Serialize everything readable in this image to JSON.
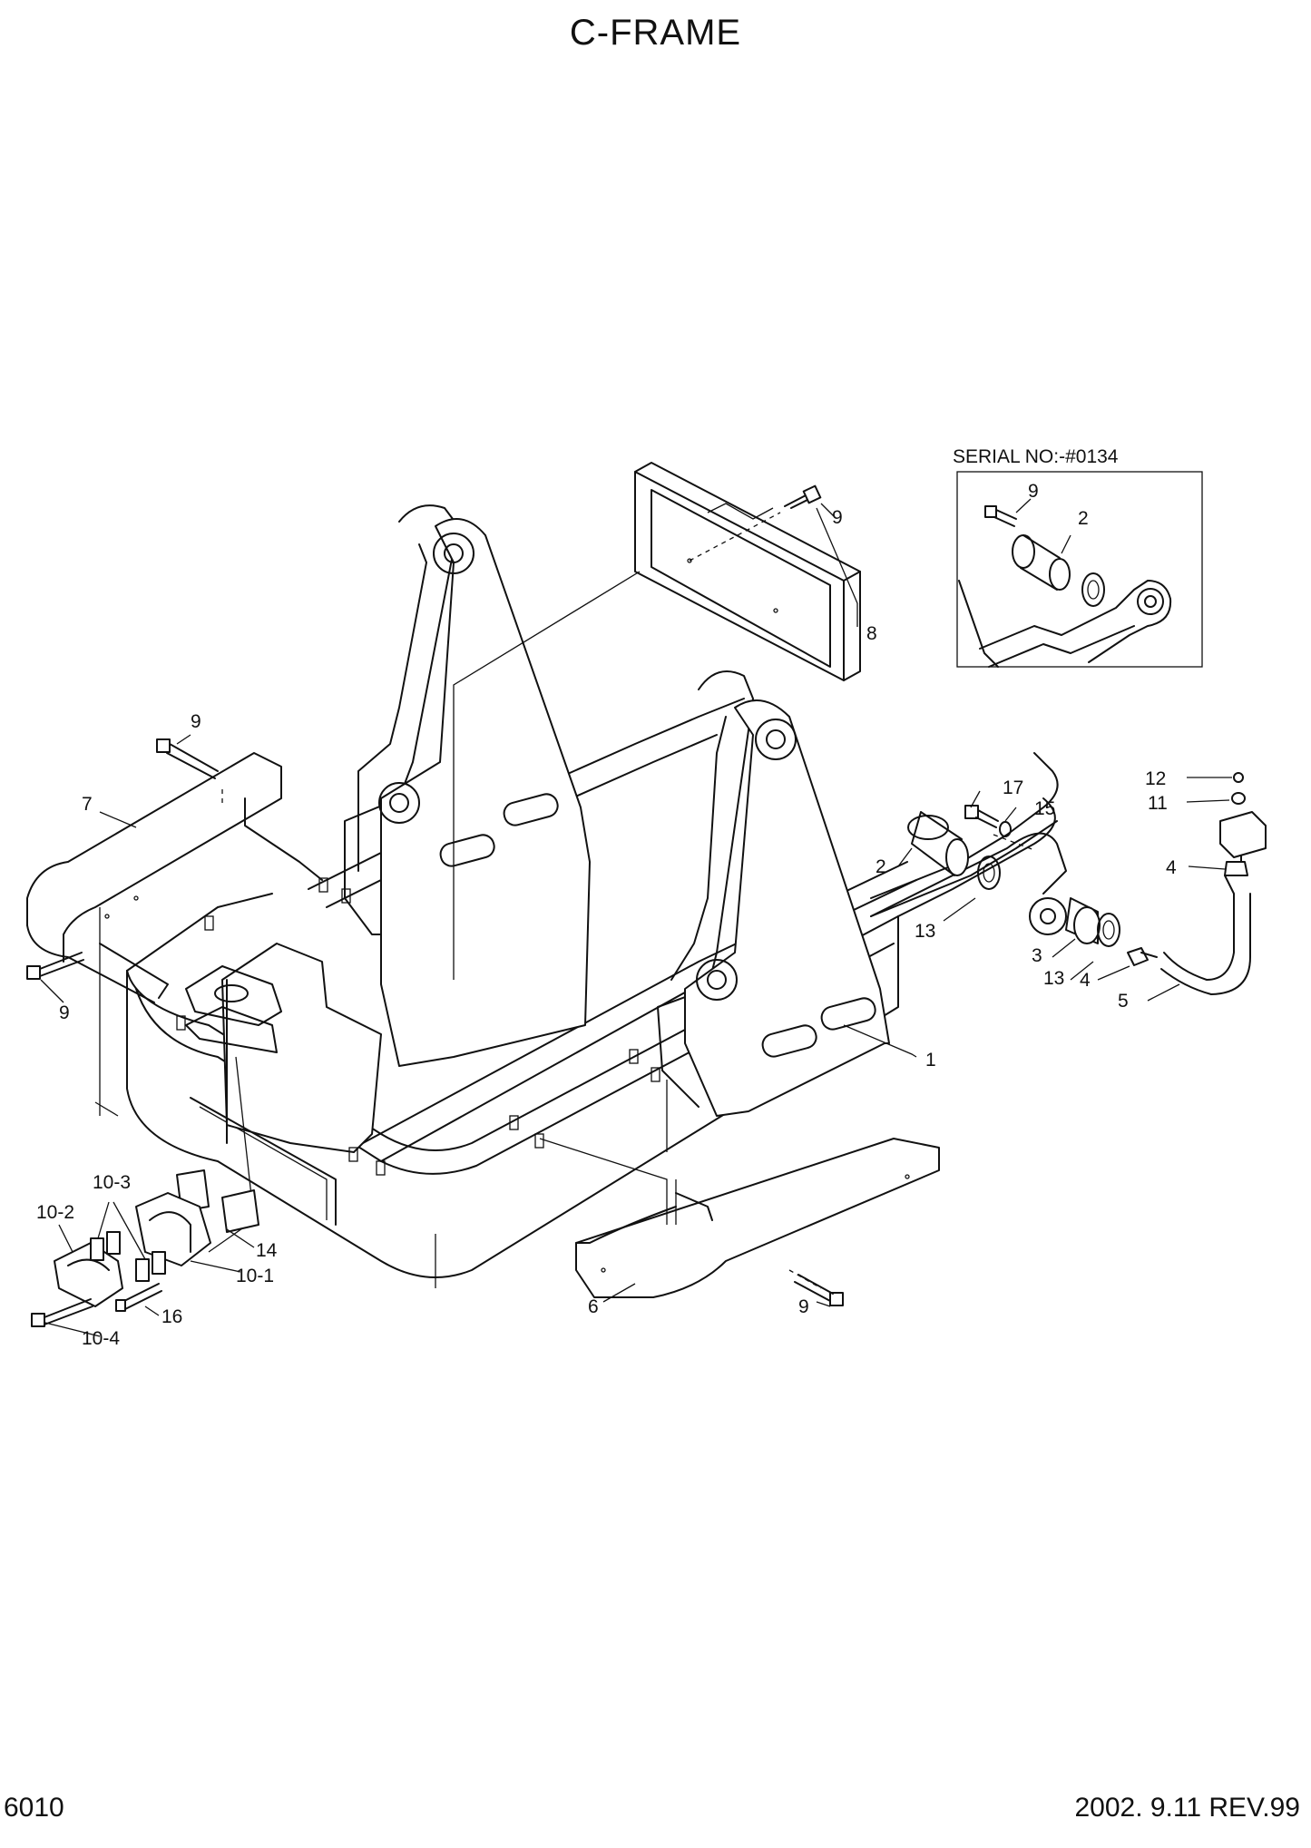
{
  "header": {
    "title": "C-FRAME"
  },
  "footer": {
    "page_number": "6010",
    "revision": "2002. 9.11 REV.99"
  },
  "inset": {
    "title": "SERIAL NO:-#0134"
  },
  "callouts": {
    "c1": "1",
    "c2a": "2",
    "c2b": "2",
    "c3": "3",
    "c4a": "4",
    "c4b": "4",
    "c5": "5",
    "c6": "6",
    "c7": "7",
    "c8": "8",
    "c9a": "9",
    "c9b": "9",
    "c9c": "9",
    "c9d": "9",
    "c9e": "9",
    "c10_1": "10-1",
    "c10_2": "10-2",
    "c10_3": "10-3",
    "c10_4": "10-4",
    "c11": "11",
    "c12": "12",
    "c13a": "13",
    "c13b": "13",
    "c14": "14",
    "c15": "15",
    "c16": "16",
    "c17": "17"
  }
}
